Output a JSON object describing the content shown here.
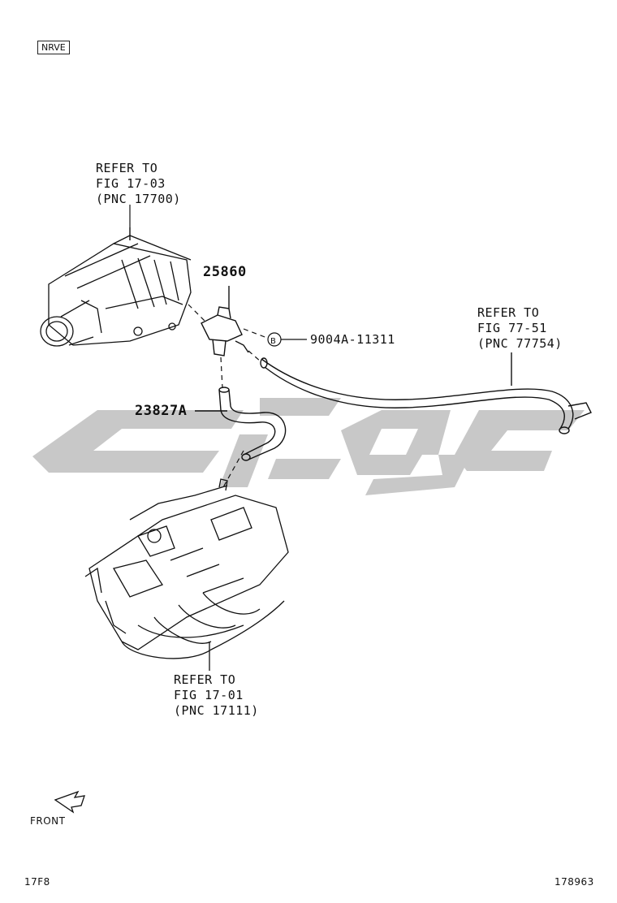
{
  "header": {
    "tag": "NRVE"
  },
  "watermark": {
    "color": "#c8c8c8"
  },
  "callouts": {
    "air_cleaner": [
      "REFER TO",
      "FIG 17-03",
      "(PNC 17700)"
    ],
    "vacuum_pipe": [
      "REFER TO",
      "FIG 77-51",
      "(PNC 77754)"
    ],
    "intake_manifold": [
      "REFER TO",
      "FIG 17-01",
      "(PNC 17111)"
    ]
  },
  "parts": {
    "valve": "25860",
    "clip_marker": "B",
    "clip": "9004A-11311",
    "hose": "23827A"
  },
  "footer": {
    "front": "FRONT",
    "code_left": "17F8",
    "code_right": "178963"
  }
}
